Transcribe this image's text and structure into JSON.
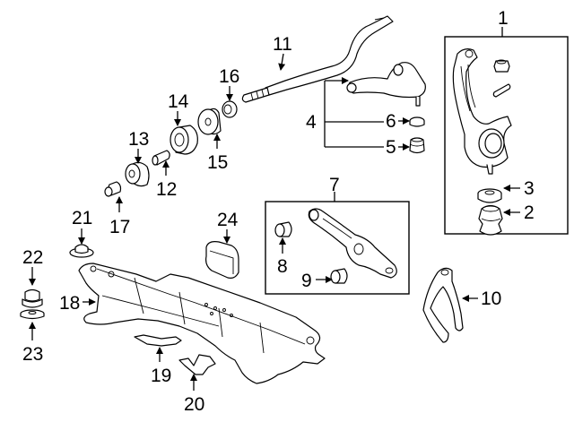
{
  "diagram": {
    "title": "Front suspension / subframe parts diagram",
    "labels": [
      {
        "id": "1",
        "text": "1",
        "part": "knuckle-assembly-group"
      },
      {
        "id": "2",
        "text": "2",
        "part": "bump-stop"
      },
      {
        "id": "3",
        "text": "3",
        "part": "washer-bushing"
      },
      {
        "id": "4",
        "text": "4",
        "part": "upper-control-arm"
      },
      {
        "id": "5",
        "text": "5",
        "part": "arm-bushing"
      },
      {
        "id": "6",
        "text": "6",
        "part": "ball-joint-boot"
      },
      {
        "id": "7",
        "text": "7",
        "part": "lower-control-arm-group"
      },
      {
        "id": "8",
        "text": "8",
        "part": "front-bushing"
      },
      {
        "id": "9",
        "text": "9",
        "part": "rear-bushing"
      },
      {
        "id": "10",
        "text": "10",
        "part": "fork"
      },
      {
        "id": "11",
        "text": "11",
        "part": "stabilizer-bar"
      },
      {
        "id": "12",
        "text": "12",
        "part": "collar"
      },
      {
        "id": "13",
        "text": "13",
        "part": "bushing"
      },
      {
        "id": "14",
        "text": "14",
        "part": "bushing"
      },
      {
        "id": "15",
        "text": "15",
        "part": "bushing"
      },
      {
        "id": "16",
        "text": "16",
        "part": "washer"
      },
      {
        "id": "17",
        "text": "17",
        "part": "end-link-bushing"
      },
      {
        "id": "18",
        "text": "18",
        "part": "subframe"
      },
      {
        "id": "19",
        "text": "19",
        "part": "bracket"
      },
      {
        "id": "20",
        "text": "20",
        "part": "bracket"
      },
      {
        "id": "21",
        "text": "21",
        "part": "mount"
      },
      {
        "id": "22",
        "text": "22",
        "part": "upper-mount"
      },
      {
        "id": "23",
        "text": "23",
        "part": "lower-mount"
      },
      {
        "id": "24",
        "text": "24",
        "part": "engine-mount-stopper"
      }
    ]
  }
}
